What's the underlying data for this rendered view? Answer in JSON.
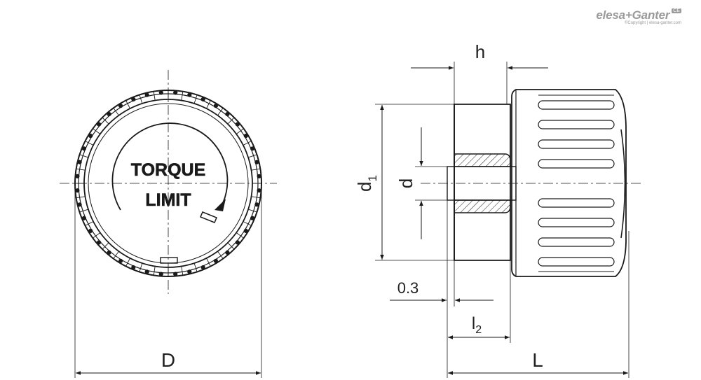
{
  "brand": {
    "name": "elesa+Ganter",
    "copyright": "©Copyright | elesa-ganter.com",
    "badge": "CE"
  },
  "knob_face": {
    "line1": "TORQUE",
    "line2": "LIMIT"
  },
  "dimensions": {
    "D": "D",
    "h": "h",
    "d1_base": "d",
    "d1_sub": "1",
    "d": "d",
    "offset": "0.3",
    "l2_base": "l",
    "l2_sub": "2",
    "L": "L"
  },
  "colors": {
    "line": "#1a1a1a",
    "hatch": "#1a1a1a",
    "brand_gray": "#9a9a9a"
  }
}
